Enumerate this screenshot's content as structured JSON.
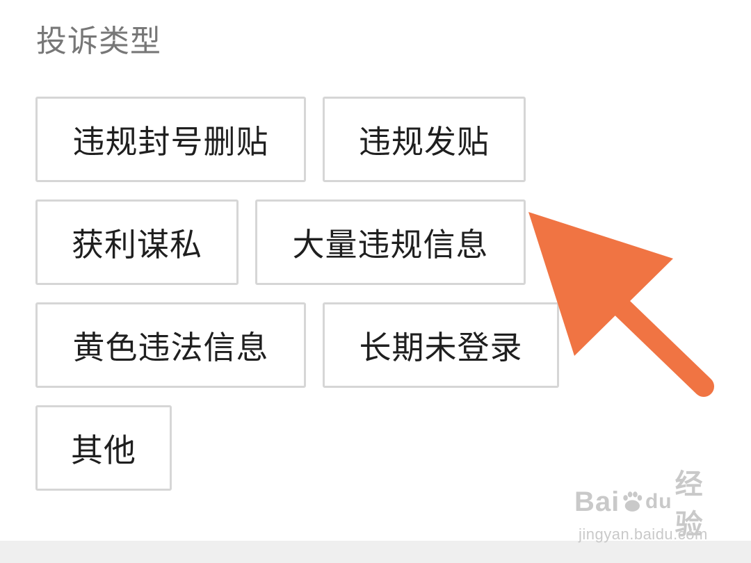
{
  "section": {
    "title": "投诉类型"
  },
  "complaint_types": [
    {
      "label": "违规封号删贴"
    },
    {
      "label": "违规发贴"
    },
    {
      "label": "获利谋私"
    },
    {
      "label": "大量违规信息"
    },
    {
      "label": "黄色违法信息"
    },
    {
      "label": "长期未登录"
    },
    {
      "label": "其他"
    }
  ],
  "annotation": {
    "arrow_color": "#f07443",
    "points_to": "大量违规信息"
  },
  "watermark": {
    "brand_bai": "Bai",
    "brand_du": "du",
    "brand_jingyan": "经验",
    "url": "jingyan.baidu.com"
  },
  "colors": {
    "title_text": "#777777",
    "chip_border": "#d6d6d6",
    "chip_text": "#1f1f1f",
    "footer_bar": "#efefef"
  }
}
